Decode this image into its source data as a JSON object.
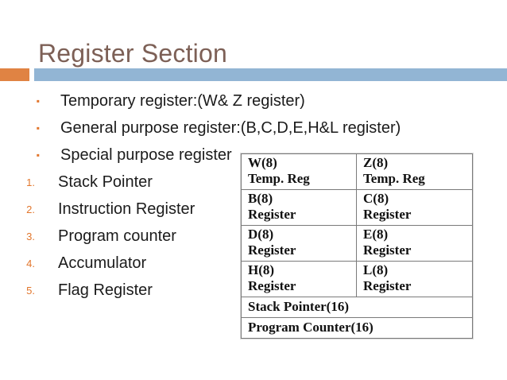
{
  "slide": {
    "title": "Register Section",
    "accent_orange": "#e08343",
    "accent_blue": "#92b5d4",
    "title_color": "#7d6056",
    "marker_color": "#e2762c"
  },
  "body": {
    "items": [
      {
        "marker": "▪",
        "marker_type": "bullet",
        "text": "Temporary register:(W& Z register)"
      },
      {
        "marker": "▪",
        "marker_type": "bullet",
        "text": "General purpose register:(B,C,D,E,H&L register)"
      },
      {
        "marker": "▪",
        "marker_type": "bullet",
        "text": "Special purpose register"
      },
      {
        "marker": "1.",
        "marker_type": "number",
        "text": "Stack Pointer"
      },
      {
        "marker": "2.",
        "marker_type": "number",
        "text": "Instruction Register"
      },
      {
        "marker": "3.",
        "marker_type": "number",
        "text": "Program counter"
      },
      {
        "marker": "4.",
        "marker_type": "number",
        "text": "Accumulator"
      },
      {
        "marker": "5.",
        "marker_type": "number",
        "text": "Flag Register"
      }
    ]
  },
  "register_table": {
    "rows": [
      {
        "type": "pair",
        "left_line1": "W(8)",
        "left_line2": "Temp. Reg",
        "right_line1": "Z(8)",
        "right_line2": "Temp. Reg"
      },
      {
        "type": "pair",
        "left_line1": "B(8)",
        "left_line2": "Register",
        "right_line1": "C(8)",
        "right_line2": "Register"
      },
      {
        "type": "pair",
        "left_line1": "D(8)",
        "left_line2": "Register",
        "right_line1": "E(8)",
        "right_line2": "Register"
      },
      {
        "type": "pair",
        "left_line1": "H(8)",
        "left_line2": "Register",
        "right_line1": "L(8)",
        "right_line2": "Register"
      },
      {
        "type": "full",
        "text": "Stack Pointer(16)"
      },
      {
        "type": "full",
        "text": "Program Counter(16)"
      }
    ]
  }
}
